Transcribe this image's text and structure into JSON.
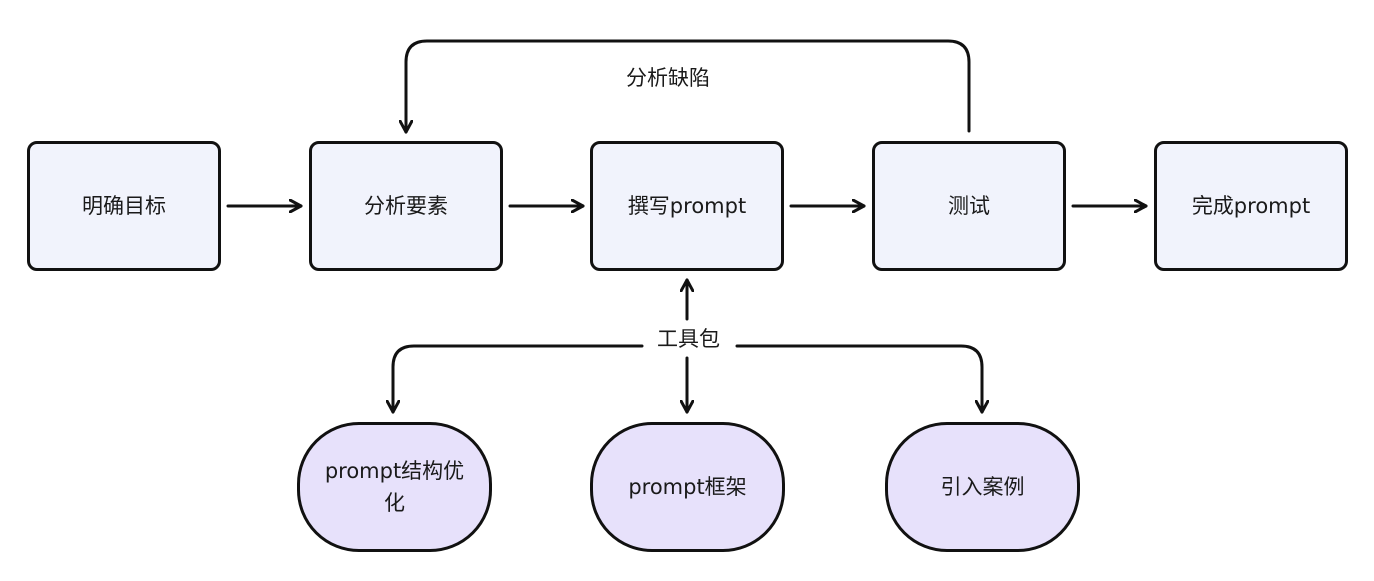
{
  "steps": {
    "define_goal": "明确目标",
    "analyze_elements": "分析要素",
    "write_prompt": "撰写prompt",
    "test": "测试",
    "final_prompt": "完成prompt"
  },
  "feedback_loop": {
    "label": "分析缺陷"
  },
  "toolkit": {
    "label": "工具包",
    "tools": [
      "prompt结构优化",
      "prompt框架",
      "引入案例"
    ]
  },
  "colors": {
    "step_fill": "#f1f3fc",
    "tool_fill": "#e7e1fb",
    "stroke": "#111111"
  }
}
